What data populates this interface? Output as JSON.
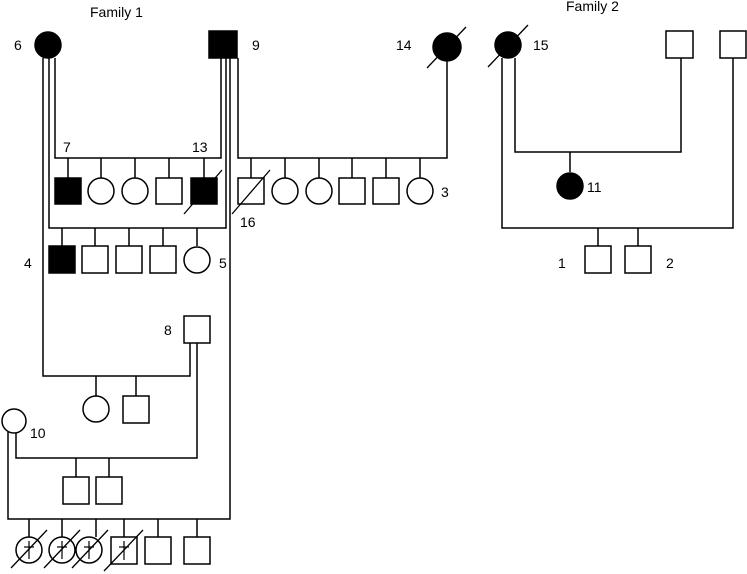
{
  "titles": {
    "family1": "Family 1",
    "family2": "Family 2"
  },
  "labels": {
    "n1": "1",
    "n2": "2",
    "n3": "3",
    "n4": "4",
    "n5": "5",
    "n6": "6",
    "n7": "7",
    "n8": "8",
    "n9": "9",
    "n10": "10",
    "n11": "11",
    "n13": "13",
    "n14": "14",
    "n15": "15",
    "n16": "16"
  },
  "colors": {
    "line": "#000000",
    "affected": "#000000",
    "unaffected": "#ffffff"
  }
}
